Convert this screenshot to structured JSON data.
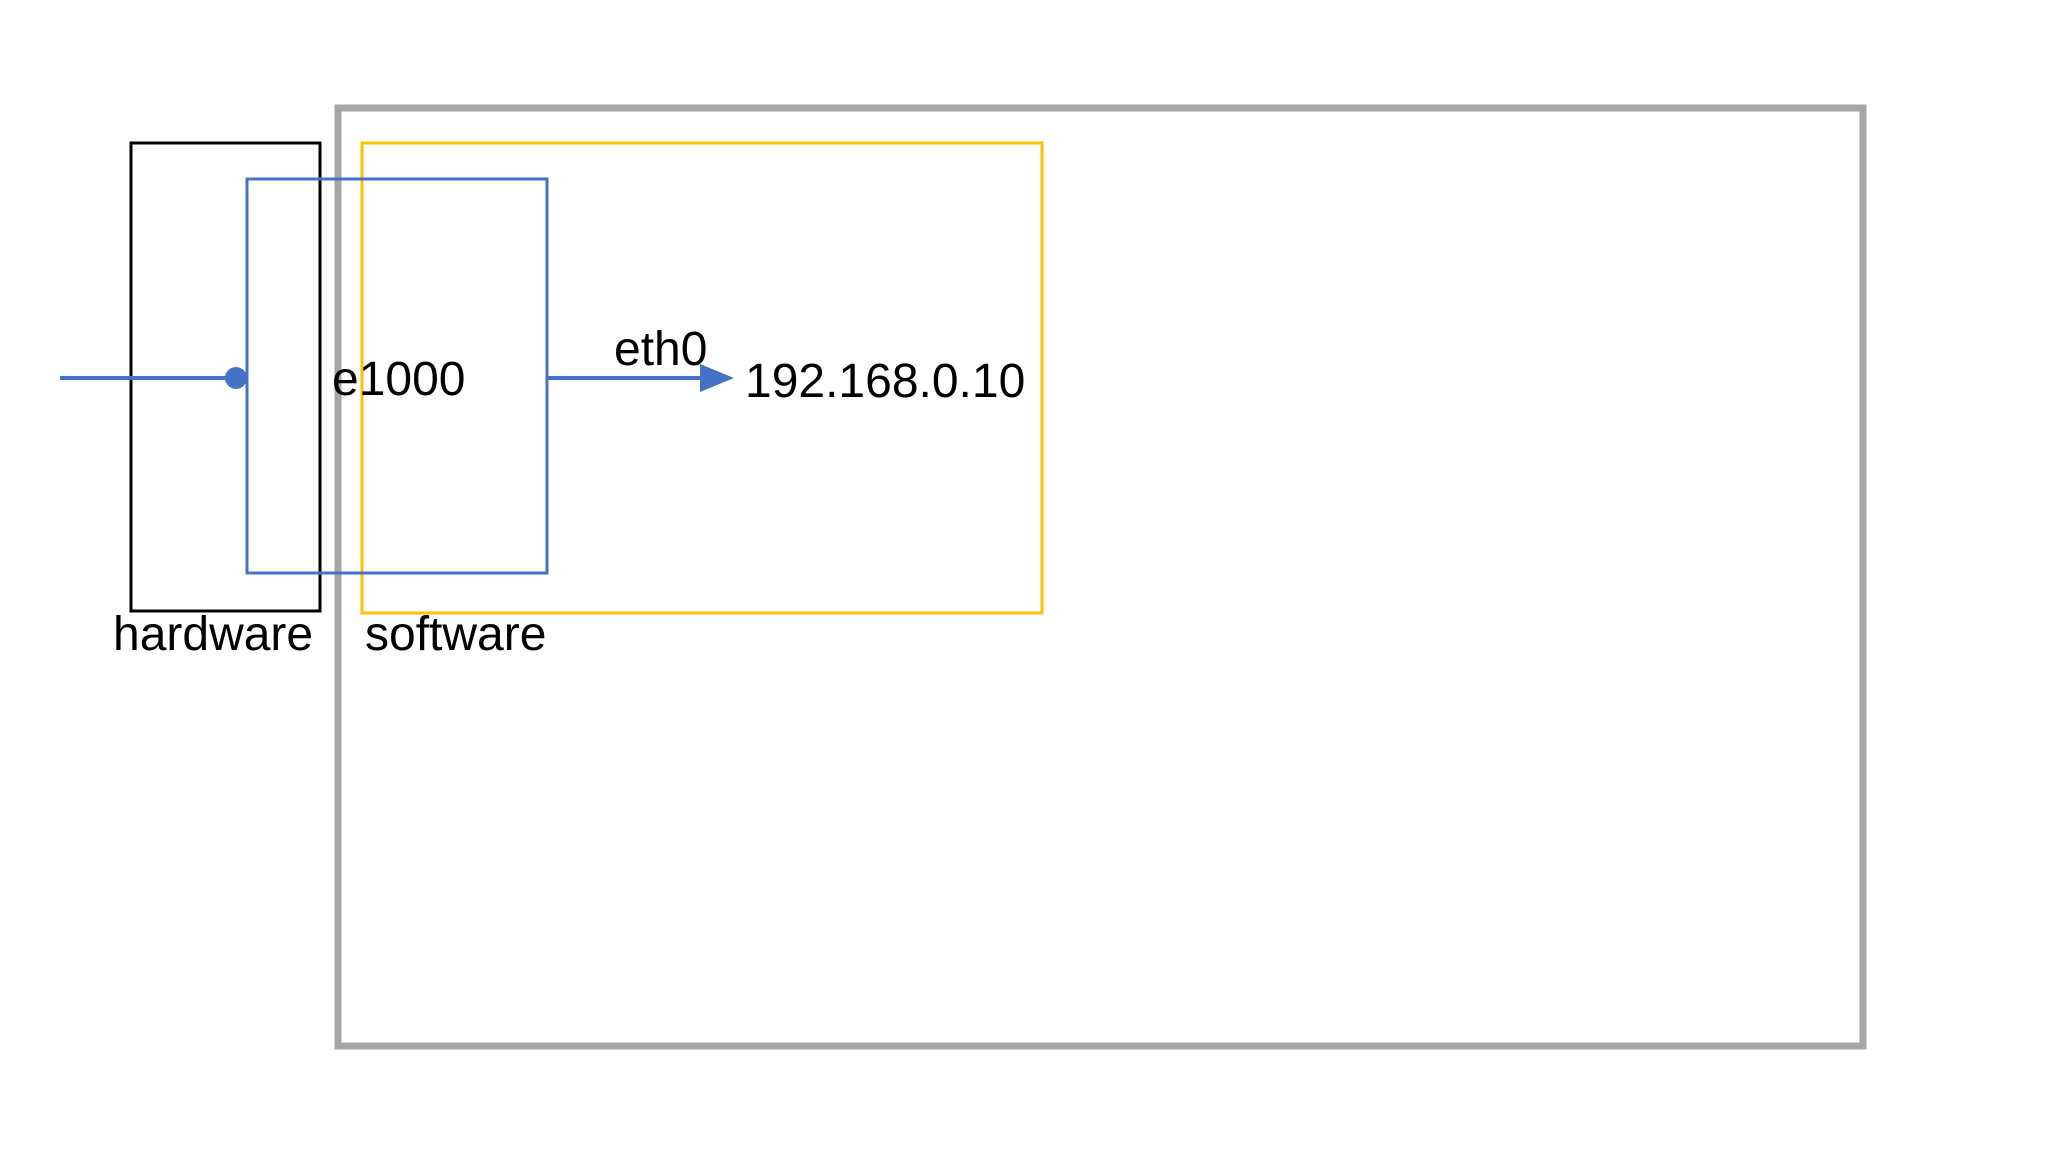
{
  "labels": {
    "nic": "e1000",
    "interface": "eth0",
    "ip_address": "192.168.0.10",
    "hardware": "hardware",
    "software": "software"
  },
  "colors": {
    "host_border": "#a6a6a6",
    "hardware_border": "#000000",
    "nic_border": "#4472c4",
    "software_border": "#ffc000",
    "link": "#4472c4"
  }
}
